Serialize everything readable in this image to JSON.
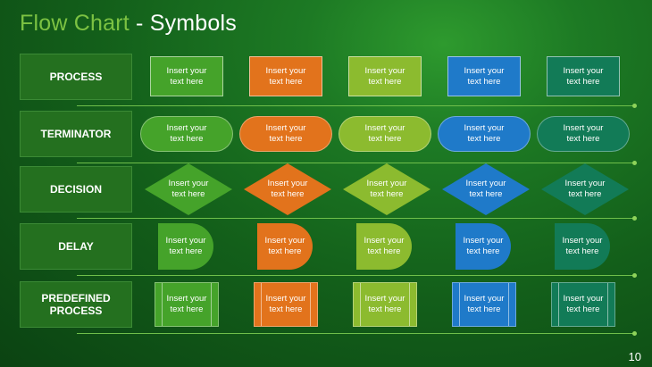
{
  "title": {
    "accent": "Flow Chart",
    "rest": " - Symbols"
  },
  "shape_text": {
    "line1": "Insert your",
    "line2": "text  here"
  },
  "colors": {
    "green": "#45a32a",
    "orange": "#e2731c",
    "lime": "#8cbb2f",
    "blue": "#1f7ac9",
    "teal": "#127b57",
    "label_bg": "#24701f",
    "rule": "#6fbf4a"
  },
  "rows": [
    {
      "label": "PROCESS",
      "shape": "rectangle"
    },
    {
      "label": "TERMINATOR",
      "shape": "rounded-pill"
    },
    {
      "label": "DECISION",
      "shape": "diamond"
    },
    {
      "label": "DELAY",
      "shape": "d-shape"
    },
    {
      "label": "PREDEFINED PROCESS",
      "shape": "rectangle-with-side-bars"
    }
  ],
  "page_number": "10"
}
